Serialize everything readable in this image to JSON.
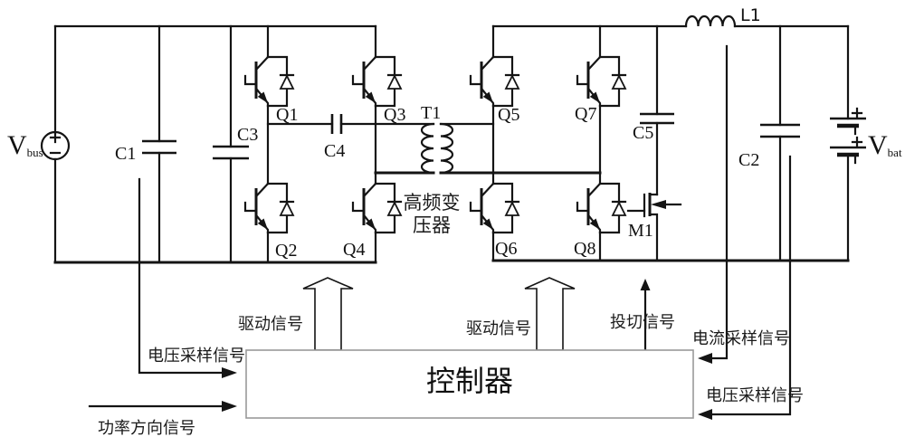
{
  "components": {
    "vbus": {
      "symbol": "V",
      "subscript": "bus"
    },
    "vbat": {
      "symbol": "V",
      "subscript": "bat"
    },
    "c1": "C1",
    "c2": "C2",
    "c3": "C3",
    "c4": "C4",
    "c5": "C5",
    "q1": "Q1",
    "q2": "Q2",
    "q3": "Q3",
    "q4": "Q4",
    "q5": "Q5",
    "q6": "Q6",
    "q7": "Q7",
    "q8": "Q8",
    "t1": "T1",
    "l1": "L1",
    "m1": "M1",
    "transformer_caption_line1": "高频变",
    "transformer_caption_line2": "压器",
    "controller": "控制器"
  },
  "signals": {
    "drive_left": "驱动信号",
    "drive_right": "驱动信号",
    "switching": "投切信号",
    "current_sample": "电流采样信号",
    "voltage_sample_left": "电压采样信号",
    "voltage_sample_right": "电压采样信号",
    "power_direction": "功率方向信号"
  },
  "colors": {
    "wire": "#141414",
    "controller_border": "#999999",
    "background": "#ffffff"
  }
}
